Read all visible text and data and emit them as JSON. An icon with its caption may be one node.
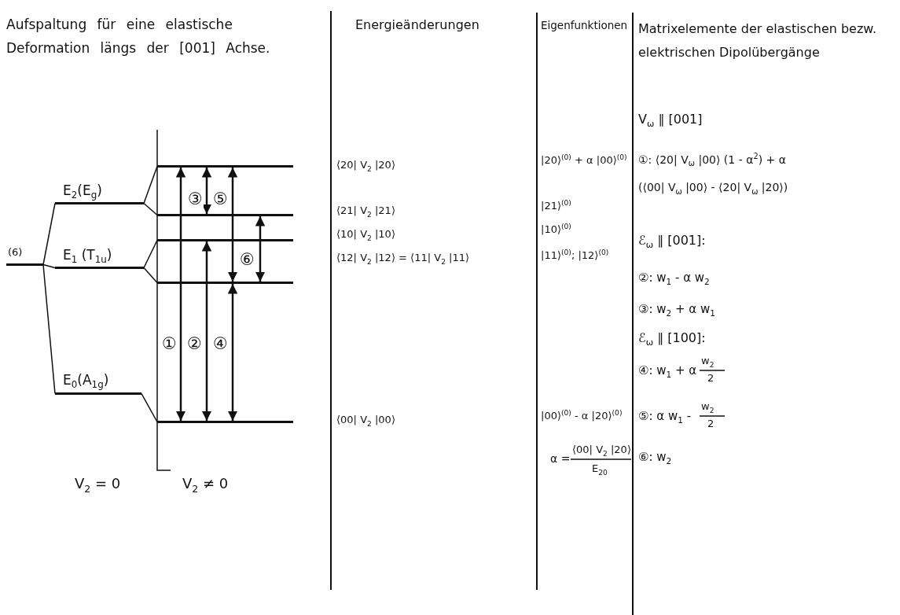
{
  "diagram": {
    "nodes": [
      {
        "text": [
          "(6)"
        ]
      },
      {
        "text": [
          "E$_{2}$(E$_{g}$)"
        ]
      },
      {
        "text": [
          "E$_{1}$ (T$_{1u}$)"
        ]
      },
      {
        "text": [
          "E$_{0}$(A$_{1g}$)"
        ]
      },
      {
        "text": [],
        "shape": "bar"
      },
      {
        "text": [],
        "shape": "bar"
      },
      {
        "text": [],
        "shape": "bar"
      },
      {
        "text": [],
        "shape": "bar"
      },
      {
        "text": [],
        "shape": "bar"
      }
    ],
    "edges": [
      {
        "from": 0,
        "to": 1,
        "arrow": "none"
      },
      {
        "from": 0,
        "to": 2,
        "arrow": "none"
      },
      {
        "from": 0,
        "to": 3,
        "arrow": "none"
      },
      {
        "from": 1,
        "to": 4,
        "arrow": "none"
      },
      {
        "from": 1,
        "to": 5,
        "arrow": "none"
      },
      {
        "from": 2,
        "to": 6,
        "arrow": "none"
      },
      {
        "from": 2,
        "to": 7,
        "arrow": "none"
      },
      {
        "from": 3,
        "to": 8,
        "arrow": "none"
      },
      {
        "from": 8,
        "to": 4,
        "arrow": "both",
        "label": "①"
      },
      {
        "from": 5,
        "to": 4,
        "arrow": "both",
        "label": "③"
      },
      {
        "from": 7,
        "to": 4,
        "arrow": "both",
        "label": "⑤"
      },
      {
        "from": 7,
        "to": 5,
        "arrow": "both",
        "label": "⑥"
      },
      {
        "from": 8,
        "to": 6,
        "arrow": "both",
        "label": "②"
      },
      {
        "from": 8,
        "to": 7,
        "arrow": "both",
        "label": "④"
      }
    ],
    "labels": [
      "Aufspaltung für eine elastische Deformation längs der [001] Achse.",
      "Energieänderungen",
      "Eigenfunktionen",
      "Matrixelemente der elastischen bezw. elektrischen Dipolübergänge",
      "V$_{ω}$ ∥ [001]",
      "⟨20| V$_{2}$ |20⟩",
      "|20⟩$^{(0)}$ + α |00⟩$^{(0)}$",
      "①: ⟨20| V$_{ω}$ |00⟩ (1 - α$^{2}$) + α (⟨00| V$_{ω}$ |00⟩ - ⟨20| V$_{ω}$ |20⟩)",
      "⟨21| V$_{2}$ |21⟩",
      "|21⟩$^{(0)}$",
      "⟨10| V$_{2}$ |10⟩",
      "|10⟩$^{(0)}$",
      "⟨12| V$_{2}$ |12⟩ = ⟨11| V$_{2}$ |11⟩",
      "|11⟩$^{(0)}$; |12⟩$^{(0)}$",
      "ℰ$_{ω}$ ∥ [001]:",
      "②: w$_{1}$ - α w$_{2}$",
      "③: w$_{2}$ + α w$_{1}$",
      "ℰ$_{ω}$ ∥ [100]:",
      "⟨00| V$_{2}$ |00⟩",
      "|00⟩$^{(0)}$ - α |20⟩$^{(0)}$",
      "④: w$_{1}$ + α",
      "w$_{2}$",
      "2",
      "⑤: α w$_{1}$ -",
      "w$_{2}$",
      "2",
      "α =",
      "⟨00| V$_{2}$ |20⟩",
      "E$_{20}$",
      "⑥: w$_{2}$",
      "V$_{2}$ = 0",
      "V$_{2}$ ≠ 0"
    ]
  }
}
